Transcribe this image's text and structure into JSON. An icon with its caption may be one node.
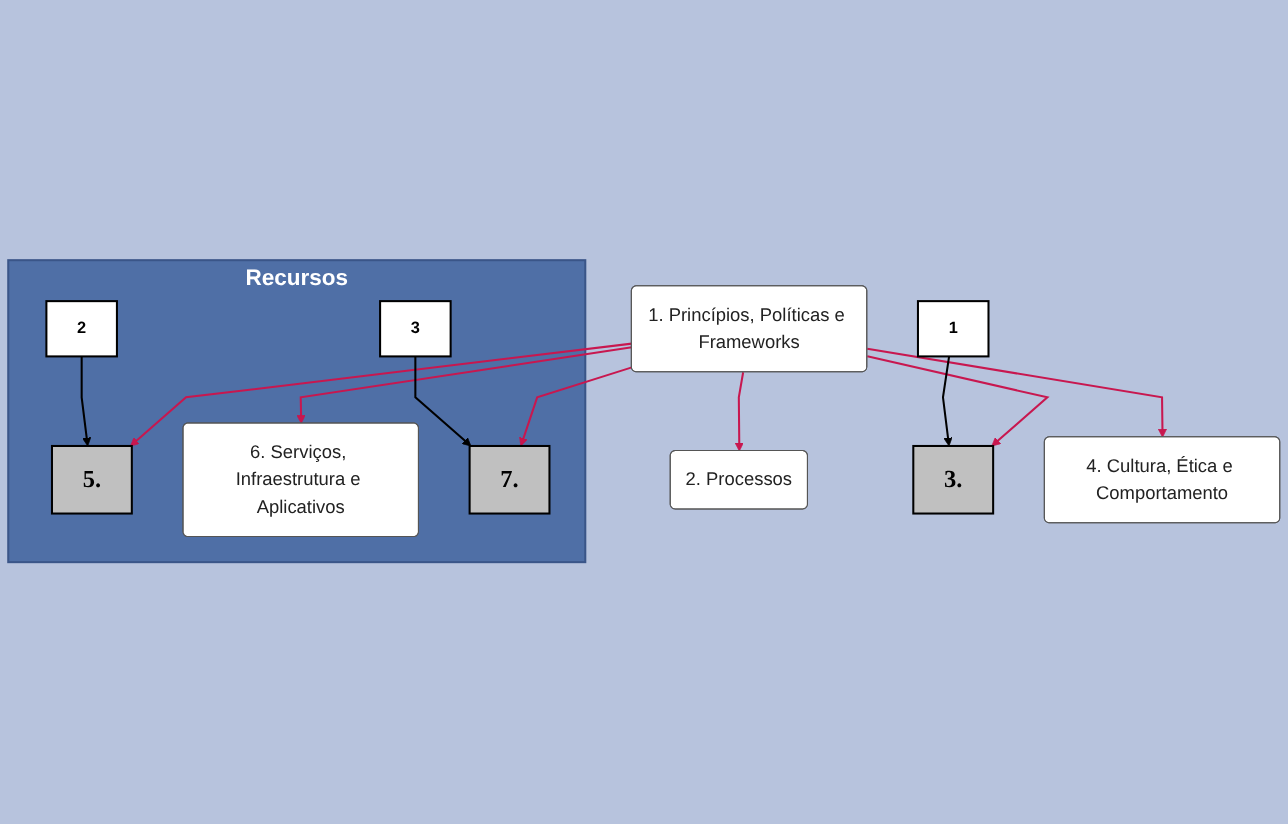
{
  "diagram": {
    "nodes": [
      {
        "text": [
          "2. Processos"
        ]
      },
      {
        "text": [
          "3."
        ]
      },
      {
        "text": [
          "1"
        ]
      },
      {
        "text": [
          "4. Cultura, Ética e Comportamento"
        ]
      },
      {
        "text": [
          "1. Princípios, Políticas e Frameworks"
        ]
      },
      {
        "text": [
          "Recursos"
        ]
      },
      {
        "text": [
          "5."
        ],
        "in": 5
      },
      {
        "text": [
          "2"
        ],
        "in": 5
      },
      {
        "text": [
          "6. Serviços, Infraestrutura e Aplicativos"
        ],
        "in": 5
      },
      {
        "text": [
          "7."
        ],
        "in": 5
      },
      {
        "text": [
          "3"
        ],
        "in": 5
      }
    ],
    "edges": [
      {
        "from": 4,
        "to": 0,
        "arrow": "to"
      },
      {
        "from": 4,
        "to": 1,
        "arrow": "to"
      },
      {
        "from": 4,
        "to": 3,
        "arrow": "to"
      },
      {
        "from": 4,
        "to": 6,
        "arrow": "to"
      },
      {
        "from": 4,
        "to": 8,
        "arrow": "to"
      },
      {
        "from": 4,
        "to": 9,
        "arrow": "to"
      },
      {
        "from": 2,
        "to": 1,
        "arrow": "to",
        "color": "#000000"
      },
      {
        "from": 7,
        "to": 6,
        "arrow": "to",
        "color": "#000000"
      },
      {
        "from": 10,
        "to": 9,
        "arrow": "to",
        "color": "#000000"
      }
    ]
  }
}
